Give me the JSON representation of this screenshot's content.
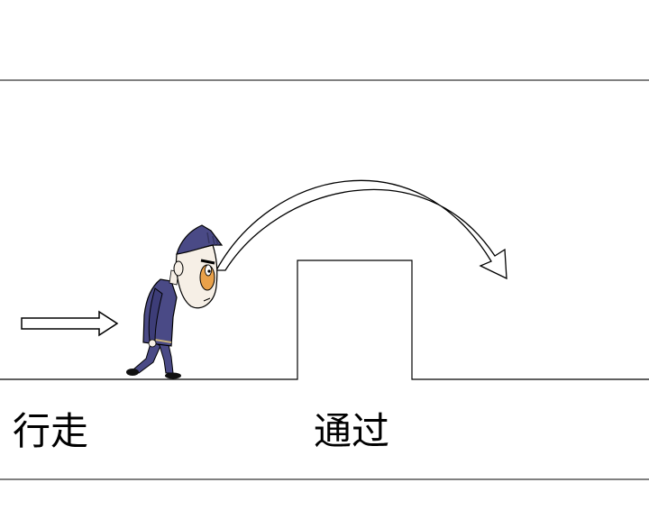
{
  "labels": {
    "walk": "行走",
    "pass": "通过"
  },
  "colors": {
    "ink": "#000000",
    "background": "#ffffff",
    "uniform": "#4a4a86",
    "uniform_shadow": "#34345f",
    "skin": "#f6efe6",
    "eye_patch": "#e9a14a",
    "shoe": "#111111"
  },
  "icons": {
    "walk_direction": "right-arrow-icon",
    "jump_path": "curved-arrow-icon",
    "character": "walking-man-illustration"
  }
}
